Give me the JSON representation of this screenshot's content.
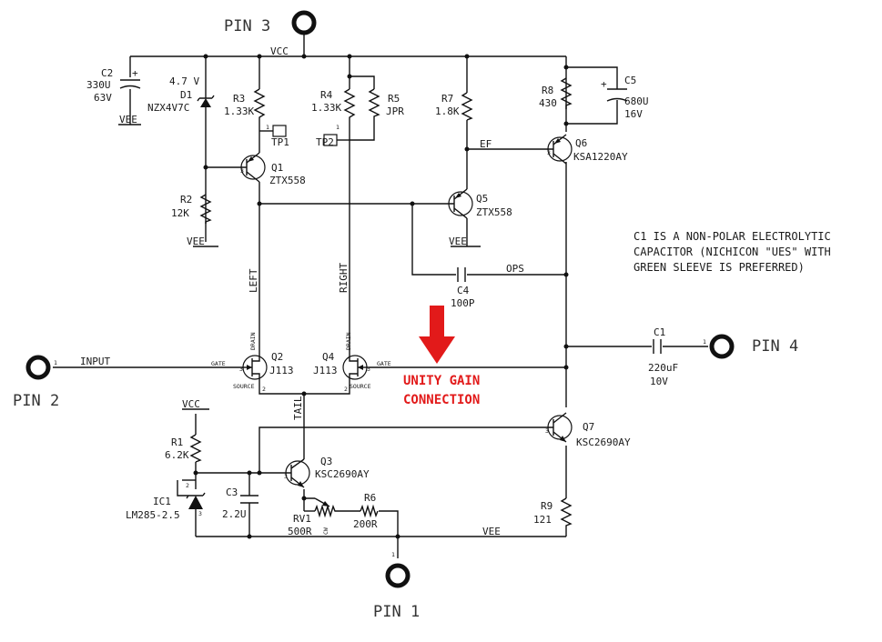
{
  "colors": {
    "wire": "#111111",
    "accent": "#e21a1a"
  },
  "pins": {
    "pin1": "PIN 1",
    "pin2": "PIN 2",
    "pin3": "PIN 3",
    "pin4": "PIN 4"
  },
  "nets": {
    "vcc": "VCC",
    "vcc2": "VCC",
    "vee": "VEE",
    "ef": "EF",
    "ops": "OPS",
    "input": "INPUT",
    "left": "LEFT",
    "right": "RIGHT",
    "tail": "TAIL"
  },
  "components": {
    "c2": {
      "ref": "C2",
      "value": "330U",
      "rating": "63V",
      "pol": "+"
    },
    "d1": {
      "ref": "D1",
      "value": "NZX4V7C",
      "voltage": "4.7 V"
    },
    "r3": {
      "ref": "R3",
      "value": "1.33K"
    },
    "r4": {
      "ref": "R4",
      "value": "1.33K"
    },
    "r5": {
      "ref": "R5",
      "value": "JPR"
    },
    "r7": {
      "ref": "R7",
      "value": "1.8K"
    },
    "r8": {
      "ref": "R8",
      "value": "430"
    },
    "c5": {
      "ref": "C5",
      "value": "680U",
      "rating": "16V",
      "pol": "+"
    },
    "tp1": {
      "ref": "TP1"
    },
    "tp2": {
      "ref": "TP2"
    },
    "q1": {
      "ref": "Q1",
      "value": "ZTX558"
    },
    "q5": {
      "ref": "Q5",
      "value": "ZTX558"
    },
    "q6": {
      "ref": "Q6",
      "value": "KSA1220AY"
    },
    "r2": {
      "ref": "R2",
      "value": "12K"
    },
    "c4": {
      "ref": "C4",
      "value": "100P"
    },
    "q2": {
      "ref": "Q2",
      "value": "J113",
      "gate": "GATE",
      "drain": "DRAIN",
      "source": "SOURCE"
    },
    "q4": {
      "ref": "Q4",
      "value": "J113",
      "gate": "GATE",
      "drain": "DRAIN",
      "source": "SOURCE"
    },
    "c1": {
      "ref": "C1",
      "value": "220uF",
      "rating": "10V"
    },
    "q7": {
      "ref": "Q7",
      "value": "KSC2690AY"
    },
    "q3": {
      "ref": "Q3",
      "value": "KSC2690AY"
    },
    "r1": {
      "ref": "R1",
      "value": "6.2K"
    },
    "ic1": {
      "ref": "IC1",
      "value": "LM285-2.5"
    },
    "c3": {
      "ref": "C3",
      "value": "2.2U"
    },
    "rv1": {
      "ref": "RV1",
      "value": "500R",
      "cw": "CW"
    },
    "r6": {
      "ref": "R6",
      "value": "200R"
    },
    "r9": {
      "ref": "R9",
      "value": "121"
    }
  },
  "pin_numbers": {
    "one": "1",
    "two": "2",
    "three": "3"
  },
  "note": {
    "line1": "C1 IS A NON-POLAR ELECTROLYTIC",
    "line2": "CAPACITOR (NICHICON \"UES\" WITH",
    "line3": "GREEN SLEEVE IS PREFERRED)"
  },
  "callout": {
    "line1": "UNITY GAIN",
    "line2": "CONNECTION"
  }
}
